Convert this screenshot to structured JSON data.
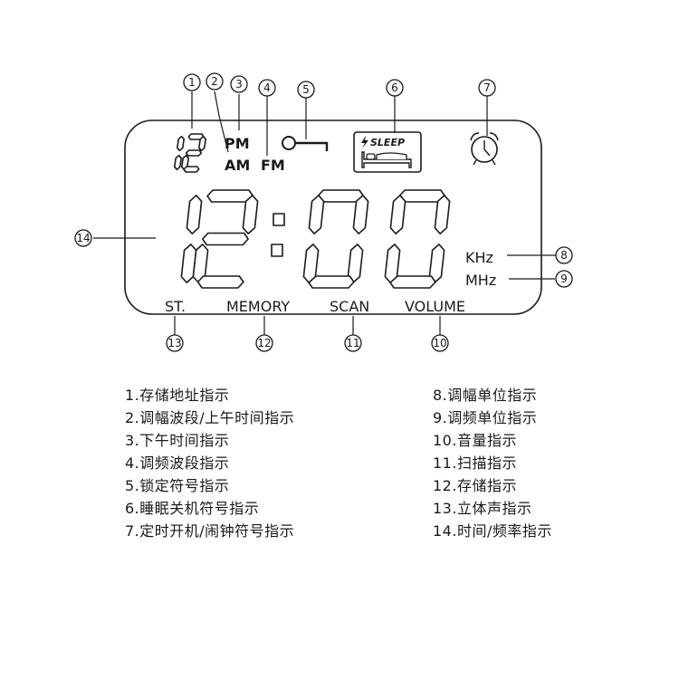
{
  "display": {
    "memory_digits": "12",
    "pm_label": "PM",
    "am_label": "AM",
    "fm_label": "FM",
    "sleep_label": "SLEEP",
    "time_hours": "12",
    "time_minutes": "00",
    "khz_label": "KHz",
    "mhz_label": "MHz",
    "st_label": "ST.",
    "memory_label": "MEMORY",
    "scan_label": "SCAN",
    "volume_label": "VOLUME",
    "icons": [
      "key-lock-icon",
      "sleep-bed-icon",
      "alarm-clock-icon"
    ]
  },
  "callouts": [
    "1",
    "2",
    "3",
    "4",
    "5",
    "6",
    "7",
    "8",
    "9",
    "10",
    "11",
    "12",
    "13",
    "14"
  ],
  "legend": {
    "left": [
      "1.存储地址指示",
      "2.调幅波段/上午时间指示",
      "3.下午时间指示",
      "4.调频波段指示",
      "5.锁定符号指示",
      "6.睡眠关机符号指示",
      "7.定时开机/闹钟符号指示"
    ],
    "right": [
      "8.调幅单位指示",
      "9.调频单位指示",
      "10.音量指示",
      "11.扫描指示",
      "12.存储指示",
      "13.立体声指示",
      "14.时间/频率指示"
    ]
  }
}
